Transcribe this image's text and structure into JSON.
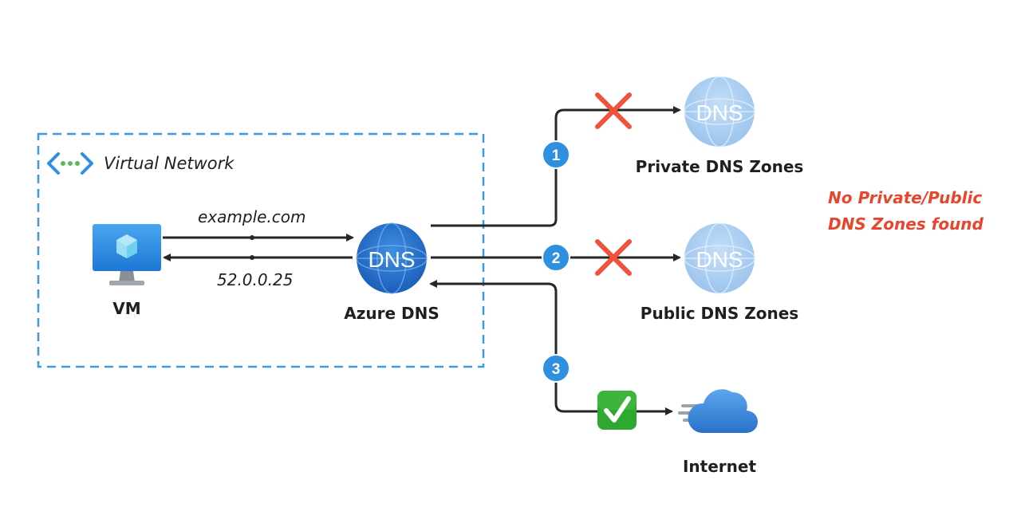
{
  "colors": {
    "line": "#262626",
    "vnet_border": "#3b9ae1",
    "step_badge": "#2f8fe0",
    "cross": "#f0533a",
    "check": "#2fa82f",
    "note": "#e8452c",
    "dns_active": "#1e6fc9",
    "dns_inactive": "#a9cdf2",
    "cloud": "#3a86d8"
  },
  "vnet": {
    "label": "Virtual Network",
    "icon": "virtual-network-icon"
  },
  "vm": {
    "label": "VM",
    "icon": "virtual-machine-icon"
  },
  "flows": {
    "request": "example.com",
    "response": "52.0.0.25"
  },
  "azure_dns": {
    "label": "Azure DNS",
    "icon_text": "DNS"
  },
  "private_dns": {
    "label": "Private DNS Zones",
    "icon_text": "DNS",
    "step": "1",
    "result_icon": "cross-icon"
  },
  "public_dns": {
    "label": "Public DNS Zones",
    "icon_text": "DNS",
    "step": "2",
    "result_icon": "cross-icon"
  },
  "internet": {
    "label": "Internet",
    "step": "3",
    "result_icon": "check-icon"
  },
  "note": {
    "line1": "No Private/Public",
    "line2": "DNS Zones found"
  }
}
